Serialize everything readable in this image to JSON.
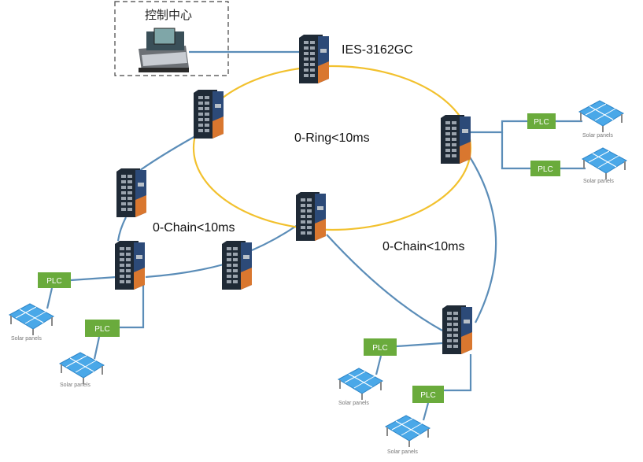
{
  "title": "Ring and chain redundancy network topology",
  "control_center": {
    "label": "控制中心"
  },
  "main_switch": {
    "label": "IES-3162GC"
  },
  "ring": {
    "label": "0-Ring<10ms",
    "color": "#f2c12e"
  },
  "chains": [
    {
      "id": "left",
      "label": "0-Chain<10ms"
    },
    {
      "id": "right",
      "label": "0-Chain<10ms"
    }
  ],
  "colors": {
    "link": "#5b8db8",
    "plc": "#6aab3c",
    "panel": "#4aa8e8",
    "switch_body": "#1f2a36",
    "switch_accent": "#d9772f"
  },
  "plc_label": "PLC",
  "solar_label": "Solar panels",
  "switches": [
    {
      "id": "sw-top",
      "role": "ring"
    },
    {
      "id": "sw-ring-left",
      "role": "ring"
    },
    {
      "id": "sw-ring-right",
      "role": "ring"
    },
    {
      "id": "sw-ring-bottom",
      "role": "ring"
    },
    {
      "id": "sw-chain-upper",
      "role": "chain"
    },
    {
      "id": "sw-chain-lower",
      "role": "chain"
    },
    {
      "id": "sw-chain-mid",
      "role": "chain"
    },
    {
      "id": "sw-chain-right",
      "role": "chain"
    }
  ]
}
